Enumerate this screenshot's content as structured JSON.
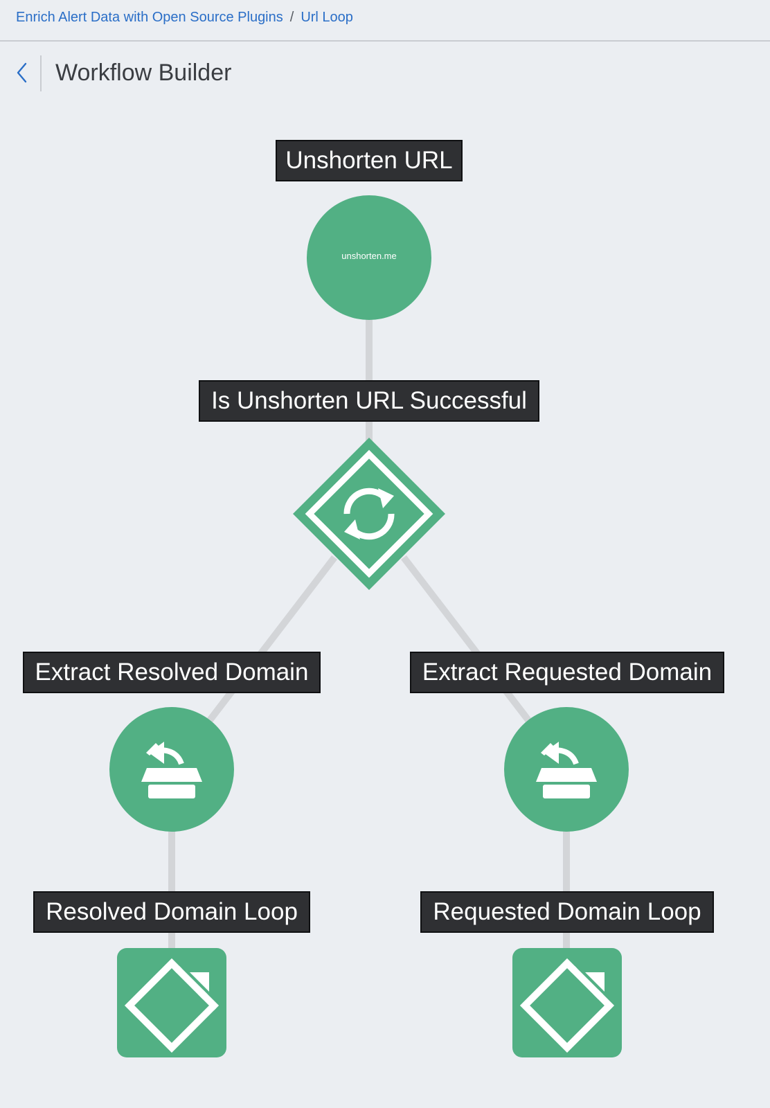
{
  "breadcrumb": {
    "items": [
      {
        "label": "Enrich Alert Data with Open Source Plugins"
      },
      {
        "label": "Url Loop"
      }
    ],
    "separator": "/"
  },
  "header": {
    "title": "Workflow Builder",
    "back_icon": "chevron-left-icon"
  },
  "workflow": {
    "accent_color": "#52b084",
    "connector_color": "#d3d5d8",
    "label_background": "#2f3033",
    "nodes": {
      "unshorten_url": {
        "label": "Unshorten URL",
        "plugin_text": "unshorten.me",
        "type": "plugin-step"
      },
      "decision": {
        "label": "Is Unshorten URL Successful",
        "type": "decision",
        "icon": "sync-icon"
      },
      "extract_resolved": {
        "label": "Extract Resolved Domain",
        "type": "extract-step",
        "icon": "extract-box-icon"
      },
      "extract_requested": {
        "label": "Extract Requested Domain",
        "type": "extract-step",
        "icon": "extract-box-icon"
      },
      "resolved_loop": {
        "label": "Resolved Domain Loop",
        "type": "loop",
        "icon": "loop-icon"
      },
      "requested_loop": {
        "label": "Requested Domain Loop",
        "type": "loop",
        "icon": "loop-icon"
      }
    }
  }
}
